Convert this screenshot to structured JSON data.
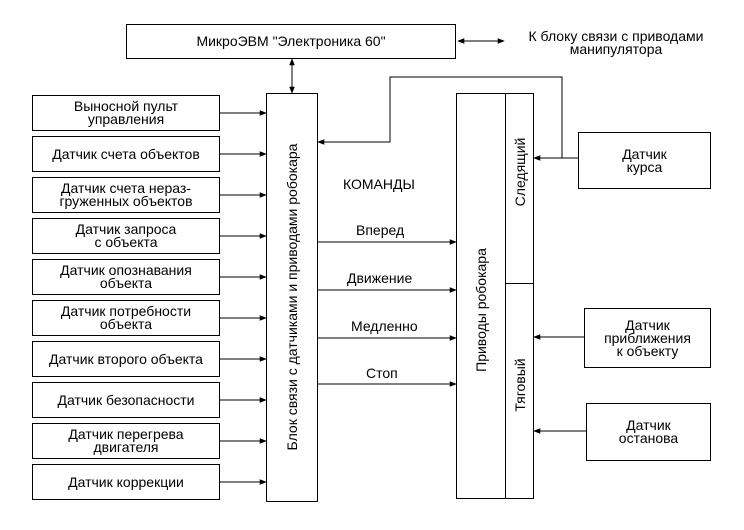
{
  "computer": "МикроЭВМ \"Электроника 60\"",
  "manipulator_note": [
    "К блоку связи с приводами",
    "манипулятора"
  ],
  "interface_block": "Блок связи с датчиками и приводами робокара",
  "drives_block": "Приводы робокара",
  "follower": "Следящий",
  "traction": "Тяговый",
  "commands_title": "КОМАНДЫ",
  "commands": [
    "Вперед",
    "Движение",
    "Медленно",
    "Стоп"
  ],
  "sensors": [
    [
      "Выносной пульт",
      "управления"
    ],
    [
      "Датчик счета объектов"
    ],
    [
      "Датчик счета нераз-",
      "груженных объектов"
    ],
    [
      "Датчик запроса",
      "с объекта"
    ],
    [
      "Датчик опознавания",
      "объекта"
    ],
    [
      "Датчик потребности",
      "объекта"
    ],
    [
      "Датчик второго объекта"
    ],
    [
      "Датчик безопасности"
    ],
    [
      "Датчик перегрева",
      "двигателя"
    ],
    [
      "Датчик коррекции"
    ]
  ],
  "right_sensors": [
    [
      "Датчик",
      "курса"
    ],
    [
      "Датчик",
      "приближения",
      "к объекту"
    ],
    [
      "Датчик",
      "останова"
    ]
  ]
}
